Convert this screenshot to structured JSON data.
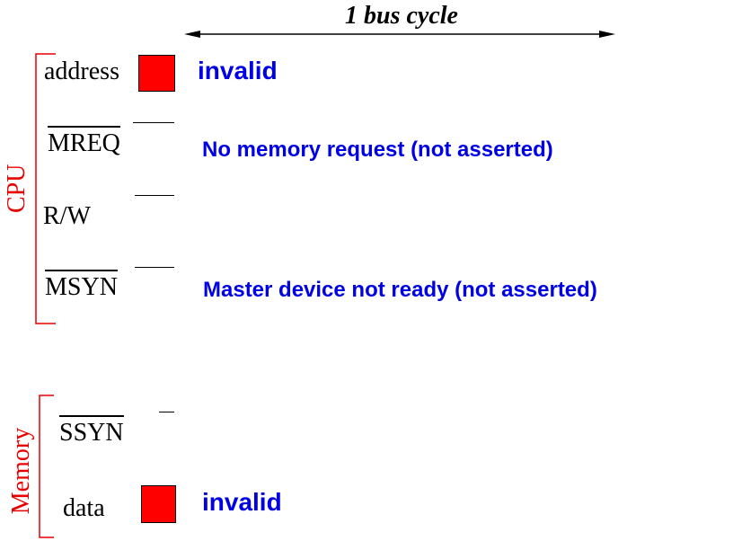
{
  "timing": {
    "label": "1 bus cycle"
  },
  "groups": {
    "cpu": "CPU",
    "memory": "Memory"
  },
  "signals": {
    "address": "address",
    "mreq": "MREQ",
    "rw": "R/W",
    "msyn": "MSYN",
    "ssyn": "SSYN",
    "data": "data"
  },
  "annotations": {
    "address_state": "invalid",
    "mreq_state": "No memory request (not asserted)",
    "msyn_state": "Master device not ready (not asserted)",
    "data_state": "invalid"
  },
  "colors": {
    "invalid_box": "#ff0000",
    "annotation": "#0000e6",
    "group": "#e60000"
  }
}
